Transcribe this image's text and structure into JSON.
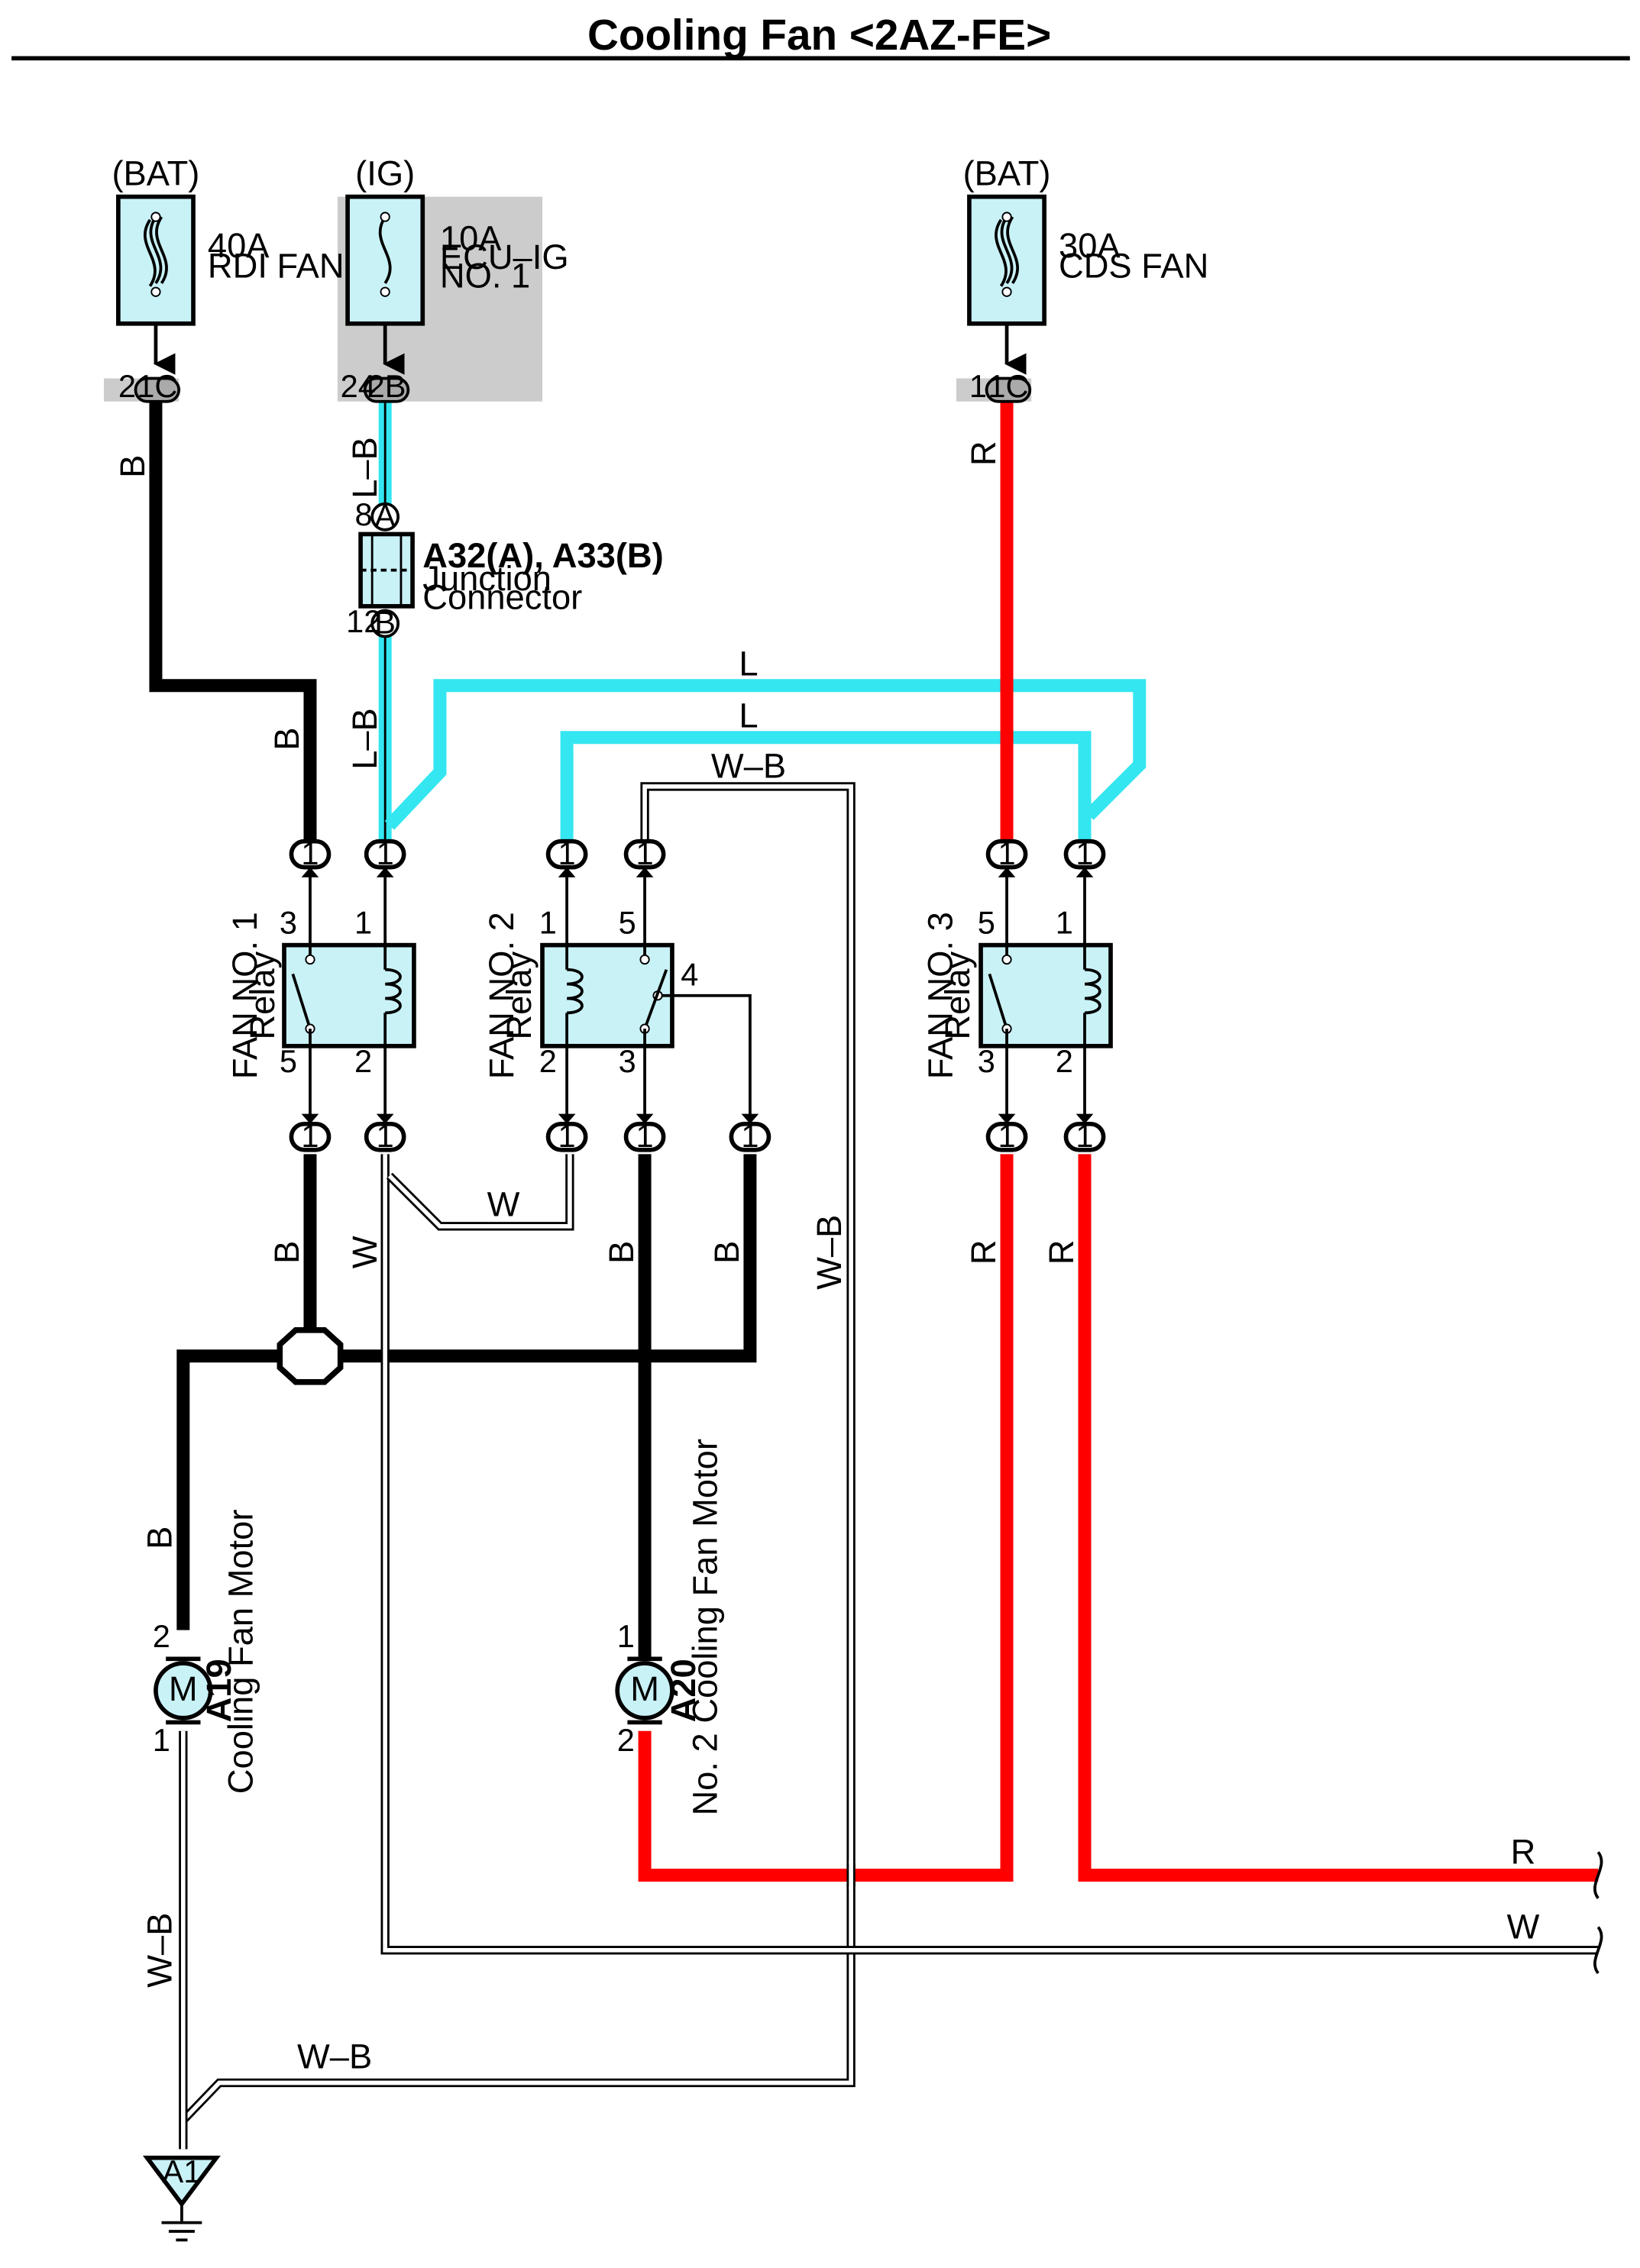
{
  "title": "Cooling Fan <2AZ-FE>",
  "fuses": {
    "rdi": {
      "source": "(BAT)",
      "amp": "40A",
      "name": "RDI FAN",
      "conn": "1C",
      "pin": "2"
    },
    "ecu": {
      "source": "(IG)",
      "amp": "10A",
      "name1": "ECU–IG",
      "name2": "NO. 1",
      "conn": "2B",
      "pin": "24"
    },
    "cds": {
      "source": "(BAT)",
      "amp": "30A",
      "name": "CDS FAN",
      "conn": "1C",
      "pin": "1"
    }
  },
  "junction": {
    "title": "A32(A), A33(B)",
    "line1": "Junction",
    "line2": "Connector",
    "pin_a": "8",
    "pin_b": "12",
    "letter_a": "A",
    "letter_b": "B"
  },
  "relays": {
    "fan1": {
      "name": "FAN NO. 1",
      "sub": "Relay",
      "p_top_l": "3",
      "p_top_r": "1",
      "p_bot_l": "5",
      "p_bot_r": "2"
    },
    "fan2": {
      "name": "FAN NO. 2",
      "sub": "Relay",
      "p_top_l": "1",
      "p_top_r": "5",
      "p_bot_l": "2",
      "p_bot_r": "3",
      "p_side": "4"
    },
    "fan3": {
      "name": "FAN NO. 3",
      "sub": "Relay",
      "p_top_l": "5",
      "p_top_r": "1",
      "p_bot_l": "3",
      "p_bot_r": "2"
    }
  },
  "connector_pin": "1",
  "motors": {
    "a19": {
      "code": "A19",
      "name": "Cooling Fan Motor",
      "symbol": "M",
      "pin_top": "2",
      "pin_bot": "1"
    },
    "a20": {
      "code": "A20",
      "name": "No. 2 Cooling Fan Motor",
      "symbol": "M",
      "pin_top": "1",
      "pin_bot": "2"
    }
  },
  "ground": {
    "code": "A1"
  },
  "wire_colors": {
    "b": "B",
    "lb": "L–B",
    "l": "L",
    "wb": "W–B",
    "w": "W",
    "r": "R"
  },
  "colors": {
    "black_wire": "#000000",
    "blue_wire": "#33e6f0",
    "red_wire": "#ff0000",
    "component_fill": "#c9f2f7",
    "shade": "#cccccc"
  }
}
